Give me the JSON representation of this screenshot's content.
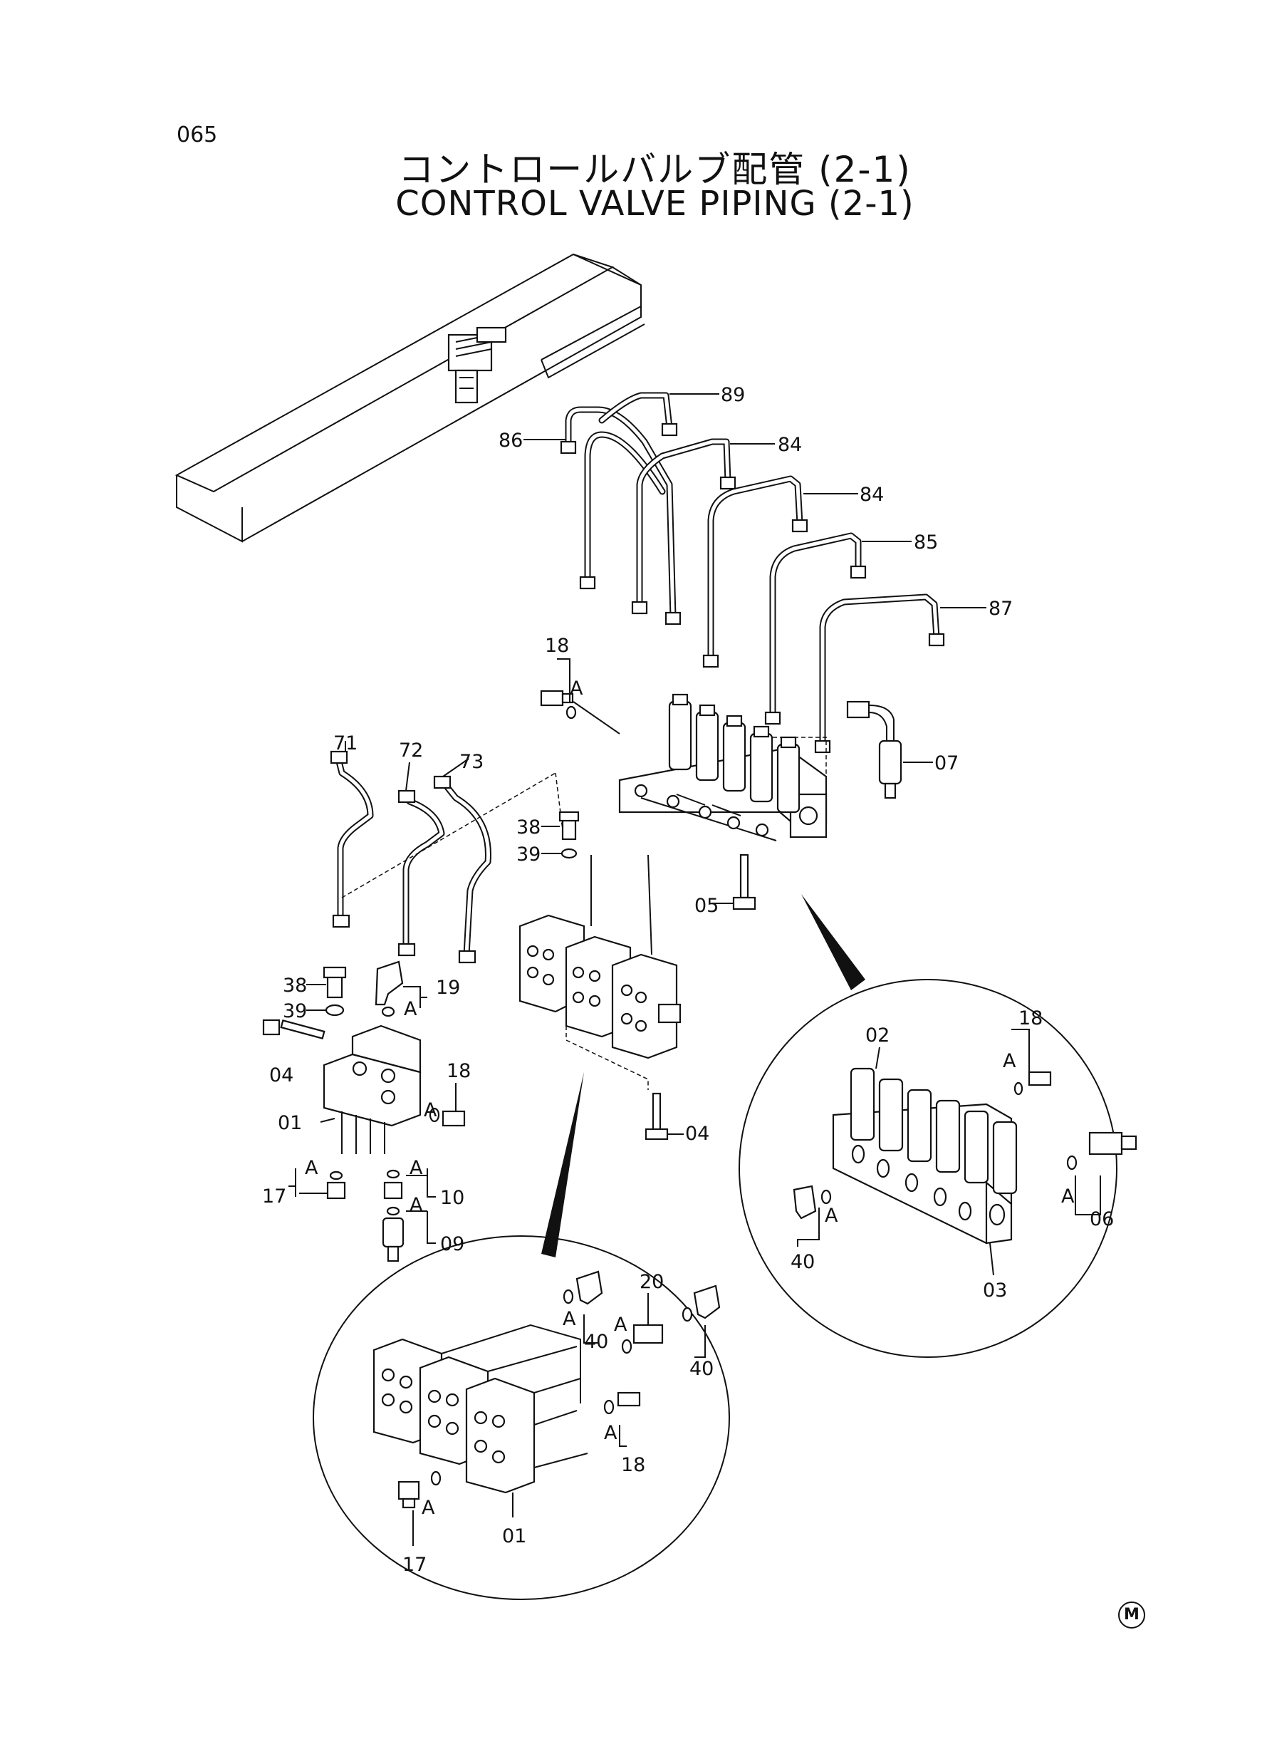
{
  "page": {
    "number": "065",
    "title_jp": "コントロールバルブ配管 (2-1)",
    "title_en": "CONTROL VALVE PIPING (2-1)",
    "mark": "M"
  },
  "labels": {
    "p89": "89",
    "p86": "86",
    "p84a": "84",
    "p84b": "84",
    "p85": "85",
    "p87": "87",
    "p18a": "18",
    "pA1": "A",
    "p07": "07",
    "p71": "71",
    "p72": "72",
    "p73": "73",
    "p38a": "38",
    "p39a": "39",
    "p05": "05",
    "p38b": "38",
    "p19": "19",
    "p39b": "39",
    "pA2": "A",
    "p04a": "04",
    "p18b": "18",
    "p01a": "01",
    "pA3": "A",
    "p04b": "04",
    "pA4": "A",
    "pA5": "A",
    "p17a": "17",
    "p10": "10",
    "pA6": "A",
    "p09": "09",
    "p02": "02",
    "p18c": "18",
    "pA7": "A",
    "pA8": "A",
    "p06": "06",
    "pA9": "A",
    "p40a": "40",
    "p03": "03",
    "p20": "20",
    "pA10": "A",
    "pA11": "A",
    "p40b": "40",
    "p40c": "40",
    "pA12": "A",
    "p18d": "18",
    "pA13": "A",
    "p17b": "17",
    "p01b": "01"
  }
}
